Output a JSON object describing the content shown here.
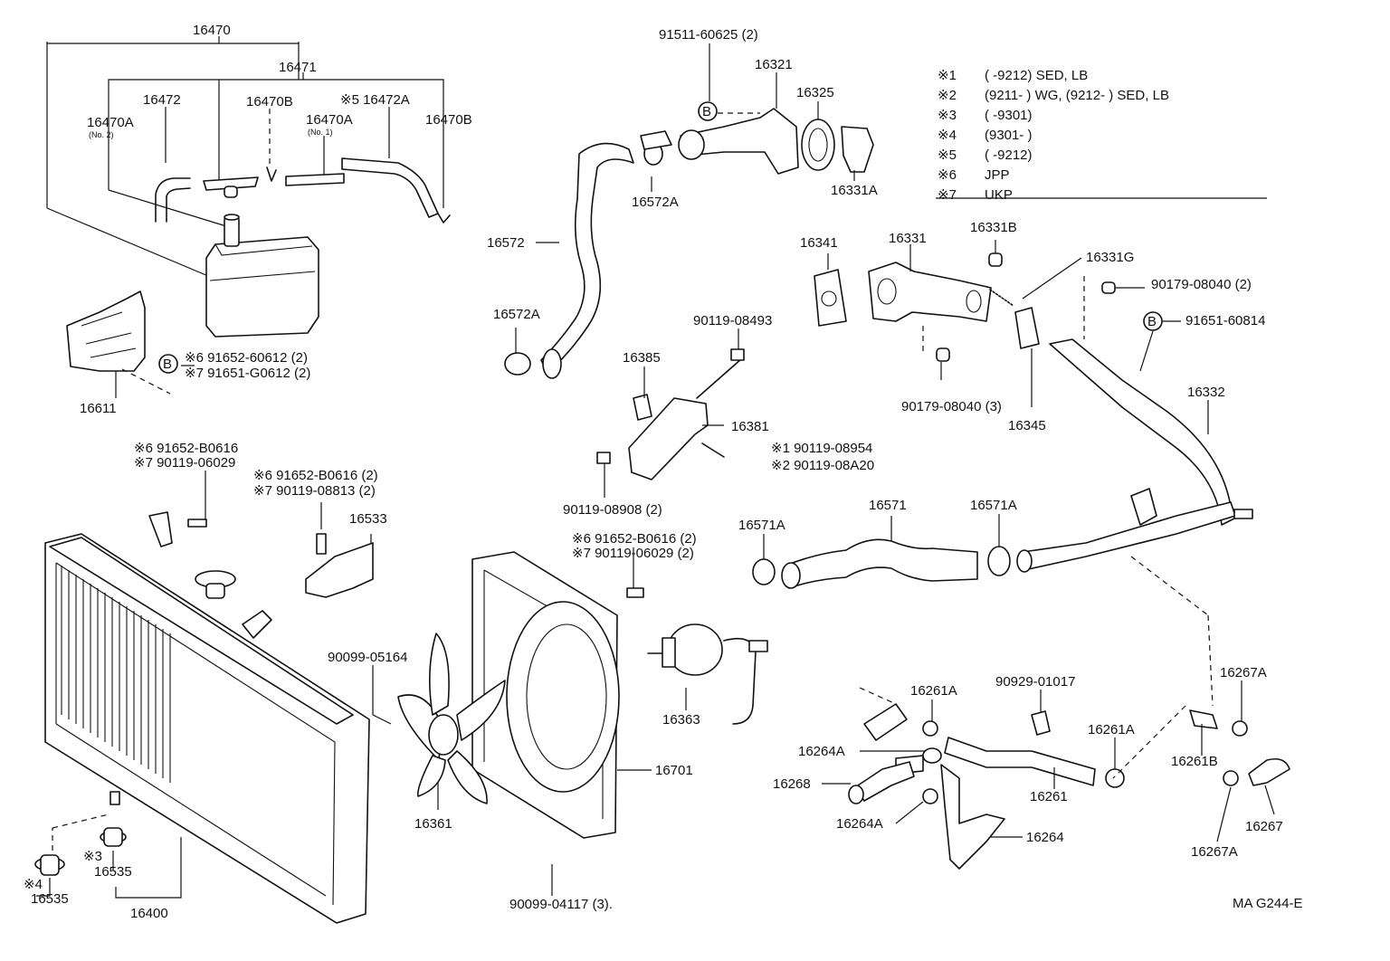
{
  "labels": {
    "p16470": "16470",
    "p16471": "16471",
    "p16472": "16472",
    "p16470B_a": "16470B",
    "p16470A_2": "16470A",
    "no2": "(No. 2)",
    "p16470A_1": "16470A",
    "no1": "(No. 1)",
    "p16472A": "※5 16472A",
    "p16470B_b": "16470B",
    "p16611": "16611",
    "b6_1": "※6  91652-60612 (2)",
    "b7_1": "※7  91651-G0612 (2)",
    "f6_1": "※6 91652-B0616",
    "f7_1": "※7 90119-06029",
    "f6_2": "※6  91652-B0616 (2)",
    "f7_2": "※7  90119-08813 (2)",
    "p16533": "16533",
    "p90099_05164": "90099-05164",
    "p16535_a": "16535",
    "p16535_b": "16535",
    "mark3": "※3",
    "mark4": "※4",
    "p16400": "16400",
    "p91511": "91511-60625 (2)",
    "p16321": "16321",
    "p16325": "16325",
    "p16331A": "16331A",
    "p16572A_a": "16572A",
    "p16572": "16572",
    "p16572A_b": "16572A",
    "p90119_08493": "90119-08493",
    "p16385": "16385",
    "p16381": "16381",
    "m1_08954": "※1 90119-08954",
    "m2_08A20": "※2 90119-08A20",
    "p90119_08908": "90119-08908 (2)",
    "f6_3": "※6  91652-B0616 (2)",
    "f7_3": "※7  90119-06029 (2)",
    "p16361": "16361",
    "p16363": "16363",
    "p16701": "16701",
    "p90099_04117": "90099-04117 (3).",
    "p16341": "16341",
    "p16331": "16331",
    "p16331B": "16331B",
    "p16331G": "16331G",
    "p90179_08040_2": "90179-08040 (2)",
    "p91651_60814": "91651-60814",
    "p90179_08040_3": "90179-08040 (3)",
    "p16345": "16345",
    "p16332": "16332",
    "p16571A_a": "16571A",
    "p16571": "16571",
    "p16571A_b": "16571A",
    "p16261A_a": "16261A",
    "p90929": "90929-01017",
    "p16267A_a": "16267A",
    "p16264A_a": "16264A",
    "p16261A_b": "16261A",
    "p16261B": "16261B",
    "p16268": "16268",
    "p16261": "16261",
    "p16264A_b": "16264A",
    "p16264": "16264",
    "p16267": "16267",
    "p16267A_b": "16267A",
    "code": "MA G244-E",
    "b_circle": "B"
  },
  "legend": {
    "rows": [
      {
        "mark": "※1",
        "text": "(        -9212) SED, LB"
      },
      {
        "mark": "※2",
        "text": "(9211-        ) WG, (9212-        ) SED, LB"
      },
      {
        "mark": "※3",
        "text": "(        -9301)"
      },
      {
        "mark": "※4",
        "text": "(9301-        )"
      },
      {
        "mark": "※5",
        "text": "(        -9212)"
      },
      {
        "mark": "※6",
        "text": "JPP"
      },
      {
        "mark": "※7",
        "text": "UKP"
      }
    ]
  }
}
